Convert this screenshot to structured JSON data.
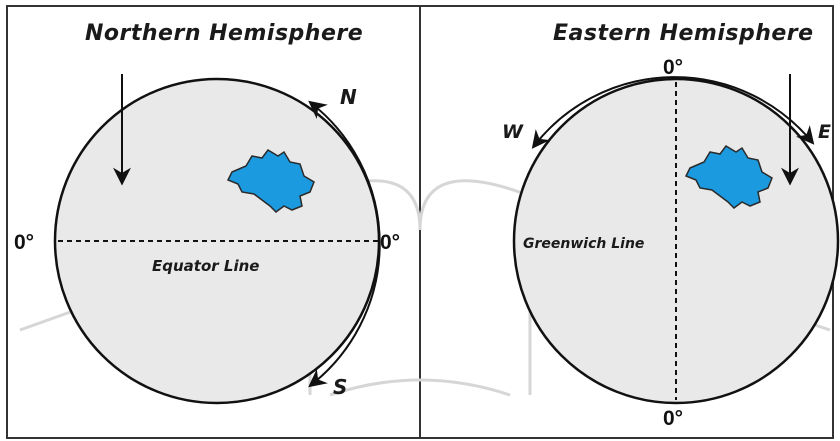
{
  "left_panel": {
    "title": "Northern Hemisphere",
    "arrow_top_label": "N",
    "arrow_bottom_label": "S",
    "degree_left": "0°",
    "degree_right": "0°",
    "line_label": "Equator Line"
  },
  "right_panel": {
    "title": "Eastern Hemisphere",
    "degree_top": "0°",
    "degree_bottom": "0°",
    "arrow_left_label": "W",
    "arrow_right_label": "E",
    "line_label": "Greenwich Line"
  },
  "colors": {
    "globe_fill": "#e9e9e9",
    "landmass": "#1b9ae0",
    "outline": "#111111",
    "watermark": "#d6d6d6"
  }
}
